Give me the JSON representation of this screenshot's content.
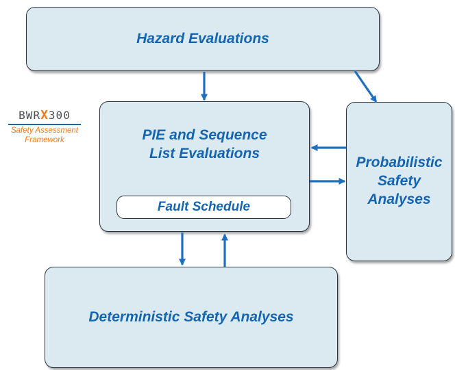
{
  "logo": {
    "brand_prefix": "BWR",
    "brand_x": "X",
    "brand_suffix": "300",
    "subtitle": "Safety Assessment\nFramework"
  },
  "boxes": {
    "hazard": "Hazard Evaluations",
    "pie": "PIE and Sequence\nList Evaluations",
    "fault_schedule": "Fault Schedule",
    "psa": "Probabilistic\nSafety\nAnalyses",
    "dsa": "Deterministic Safety Analyses"
  },
  "colors": {
    "box_fill": "#dbeaf0",
    "text": "#1565b0",
    "arrow": "#1e6fc0",
    "logo_accent": "#f07a1a"
  }
}
